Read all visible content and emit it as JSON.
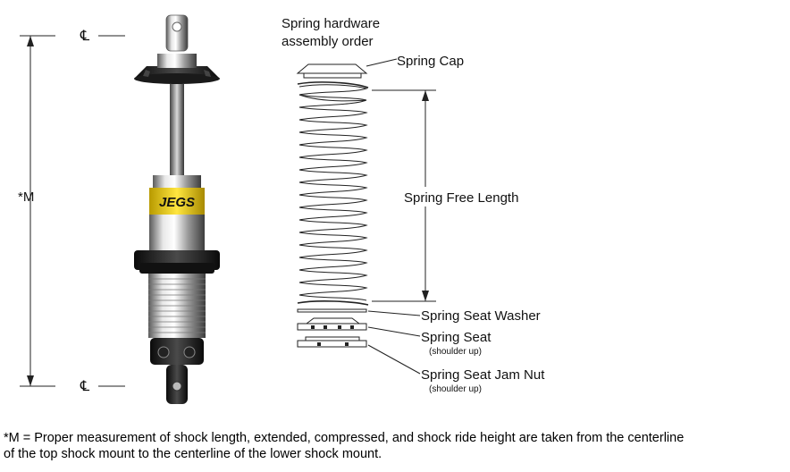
{
  "measurement": {
    "top_mark": "℄",
    "bottom_mark": "℄",
    "length_label": "*M"
  },
  "brand_logo_text": "JEGS",
  "assembly": {
    "title_line1": "Spring hardware",
    "title_line2": "assembly order"
  },
  "parts": {
    "spring_cap": "Spring Cap",
    "spring_free_length": "Spring Free Length",
    "spring_seat_washer": "Spring Seat Washer",
    "spring_seat": "Spring Seat",
    "spring_seat_note": "(shoulder up)",
    "spring_seat_jam_nut": "Spring Seat Jam Nut",
    "jam_nut_note": "(shoulder up)"
  },
  "footnote": {
    "line1": "*M = Proper measurement of shock length, extended, compressed, and shock ride height are taken from the centerline",
    "line2": "of the top shock mount to the centerline of the lower shock mount."
  }
}
